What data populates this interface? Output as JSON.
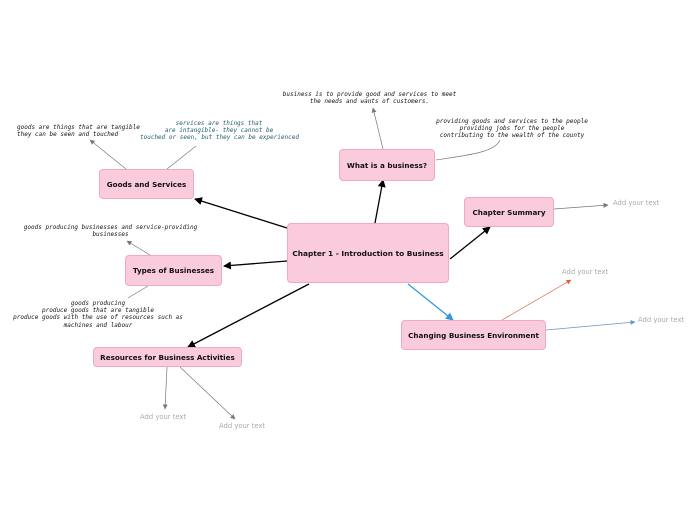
{
  "central": {
    "label": "Chapter 1 - Introduction to Business"
  },
  "branches": {
    "what_is_business": "What is a business?",
    "chapter_summary": "Chapter Summary",
    "changing_environment": "Changing Business Environment",
    "resources": "Resources for Business Activities",
    "types": "Types of Businesses",
    "goods_services": "Goods and Services"
  },
  "notes": {
    "business_purpose": "business is to provide good and services to meet\nthe needs and wants of customers.",
    "providing_goods": "providing goods and services to the people\nproviding jobs for the people\ncontributing to the wealth of the county",
    "goods_def": "goods are things that are tangible\nthey can be seen and touched",
    "services_def": "services are things that\nare intangible- they cannot be\ntouched or seen, but they can be experienced",
    "types_def": "goods producing businesses and service-providing\nbusinesses",
    "goods_producing": "goods producing\nproduce goods that are tangible\nproduce goods with the use of resources such as\nmachines and labour"
  },
  "placeholders": {
    "summary_text": "Add your text",
    "env_text_top": "Add your text",
    "env_text_right": "Add your text",
    "resources_text_1": "Add your text",
    "resources_text_2": "Add your text"
  },
  "colors": {
    "node_fill": "#f9cbdc",
    "node_border": "#f0a9c4",
    "main_connector": "#000000",
    "highlight_connector": "#3399dd",
    "note_connector": "#777777",
    "red_connector": "#d9604a",
    "blue_connector": "#6b93c6",
    "teal_text": "#1f5d6b",
    "placeholder_text": "#a9a9a9"
  }
}
